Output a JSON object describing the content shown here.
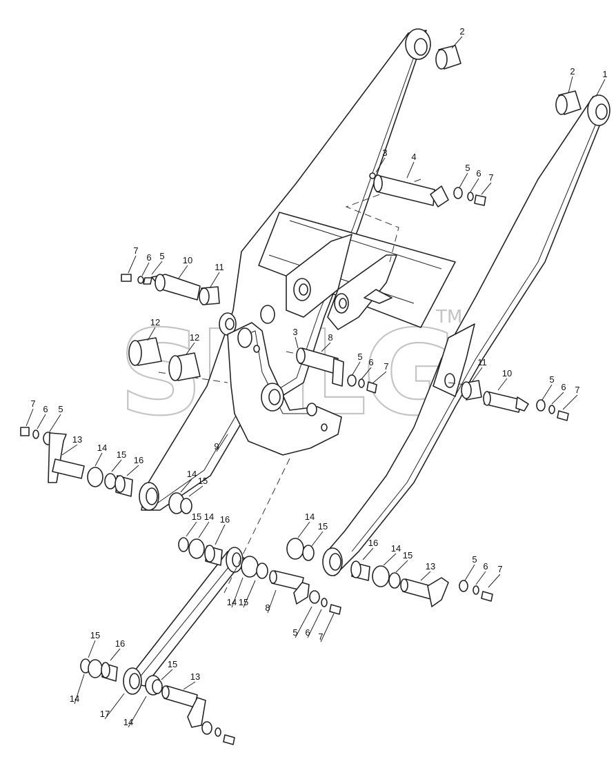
{
  "watermark": {
    "text": "SDLG",
    "mark": "TM"
  },
  "parts": [
    {
      "id": "p1",
      "label": "1"
    },
    {
      "id": "p2a",
      "label": "2"
    },
    {
      "id": "p2b",
      "label": "2"
    },
    {
      "id": "p3a",
      "label": "3"
    },
    {
      "id": "p3b",
      "label": "3"
    },
    {
      "id": "p4",
      "label": "4"
    },
    {
      "id": "p5a",
      "label": "5"
    },
    {
      "id": "p5b",
      "label": "5"
    },
    {
      "id": "p5c",
      "label": "5"
    },
    {
      "id": "p5d",
      "label": "5"
    },
    {
      "id": "p5e",
      "label": "5"
    },
    {
      "id": "p5f",
      "label": "5"
    },
    {
      "id": "p5g",
      "label": "5"
    },
    {
      "id": "p6a",
      "label": "6"
    },
    {
      "id": "p6b",
      "label": "6"
    },
    {
      "id": "p6c",
      "label": "6"
    },
    {
      "id": "p6d",
      "label": "6"
    },
    {
      "id": "p6e",
      "label": "6"
    },
    {
      "id": "p6f",
      "label": "6"
    },
    {
      "id": "p6g",
      "label": "6"
    },
    {
      "id": "p7a",
      "label": "7"
    },
    {
      "id": "p7b",
      "label": "7"
    },
    {
      "id": "p7c",
      "label": "7"
    },
    {
      "id": "p7d",
      "label": "7"
    },
    {
      "id": "p7e",
      "label": "7"
    },
    {
      "id": "p7f",
      "label": "7"
    },
    {
      "id": "p7g",
      "label": "7"
    },
    {
      "id": "p8a",
      "label": "8"
    },
    {
      "id": "p8b",
      "label": "8"
    },
    {
      "id": "p9",
      "label": "9"
    },
    {
      "id": "p10a",
      "label": "10"
    },
    {
      "id": "p10b",
      "label": "10"
    },
    {
      "id": "p11a",
      "label": "11"
    },
    {
      "id": "p11b",
      "label": "11"
    },
    {
      "id": "p12a",
      "label": "12"
    },
    {
      "id": "p12b",
      "label": "12"
    },
    {
      "id": "p13a",
      "label": "13"
    },
    {
      "id": "p13b",
      "label": "13"
    },
    {
      "id": "p13c",
      "label": "13"
    },
    {
      "id": "p14a",
      "label": "14"
    },
    {
      "id": "p14b",
      "label": "14"
    },
    {
      "id": "p14c",
      "label": "14"
    },
    {
      "id": "p14d",
      "label": "14"
    },
    {
      "id": "p14e",
      "label": "14"
    },
    {
      "id": "p14f",
      "label": "14"
    },
    {
      "id": "p14g",
      "label": "14"
    },
    {
      "id": "p14h",
      "label": "14"
    },
    {
      "id": "p15a",
      "label": "15"
    },
    {
      "id": "p15b",
      "label": "15"
    },
    {
      "id": "p15c",
      "label": "15"
    },
    {
      "id": "p15d",
      "label": "15"
    },
    {
      "id": "p15e",
      "label": "15"
    },
    {
      "id": "p15f",
      "label": "15"
    },
    {
      "id": "p15g",
      "label": "15"
    },
    {
      "id": "p15h",
      "label": "15"
    },
    {
      "id": "p16a",
      "label": "16"
    },
    {
      "id": "p16b",
      "label": "16"
    },
    {
      "id": "p16c",
      "label": "16"
    },
    {
      "id": "p16d",
      "label": "16"
    },
    {
      "id": "p17",
      "label": "17"
    }
  ]
}
